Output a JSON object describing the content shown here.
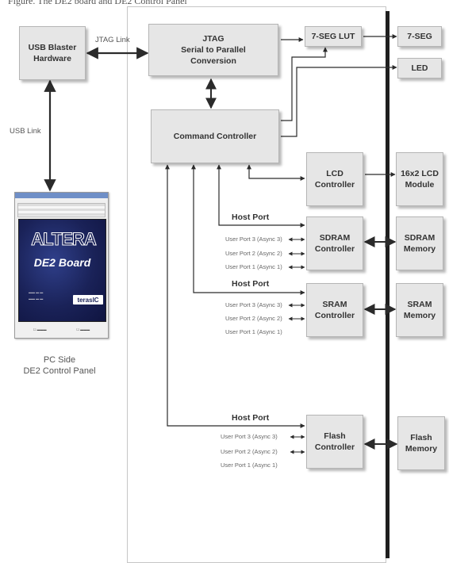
{
  "caption": "Figure. The DE2 board and DE2 Control Panel",
  "blocks": {
    "usb_blaster": [
      "USB Blaster",
      "Hardware"
    ],
    "jtag": [
      "JTAG",
      "Serial to Parallel",
      "Conversion"
    ],
    "seg_lut": [
      "7-SEG LUT"
    ],
    "seg": [
      "7-SEG"
    ],
    "led": [
      "LED"
    ],
    "command": [
      "Command Controller"
    ],
    "lcd_ctrl": [
      "LCD",
      "Controller"
    ],
    "lcd_mod": [
      "16x2 LCD",
      "Module"
    ],
    "sdram_ctrl": [
      "SDRAM",
      "Controller"
    ],
    "sdram_mem": [
      "SDRAM",
      "Memory"
    ],
    "sram_ctrl": [
      "SRAM",
      "Controller"
    ],
    "sram_mem": [
      "SRAM",
      "Memory"
    ],
    "flash_ctrl": [
      "Flash",
      "Controller"
    ],
    "flash_mem": [
      "Flash",
      "Memory"
    ]
  },
  "links": {
    "jtag_link": "JTAG Link",
    "usb_link": "USB Link"
  },
  "host_port": "Host Port",
  "sdram_ports": [
    "User Port 3 (Async 3)",
    "User Port 2 (Async 2)",
    "User Port 1 (Async 1)"
  ],
  "sram_ports": [
    "User Port 3 (Async 3)",
    "User Port 2 (Async 2)",
    "User Port 1 (Async 1)"
  ],
  "flash_ports": [
    "User Port 3 (Async 3)",
    "User Port 2 (Async 2)",
    "User Port 1 (Async 1)"
  ],
  "pc_side": {
    "line1": "PC Side",
    "line2": "DE2 Control Panel"
  },
  "control_panel": {
    "logo": "ALTERA",
    "board": "DE2 Board",
    "vendor": "terasIC"
  },
  "colors": {
    "box_fill": "#e6e6e6",
    "line": "#2b2b2b",
    "panel_blue": "#1a2258"
  }
}
